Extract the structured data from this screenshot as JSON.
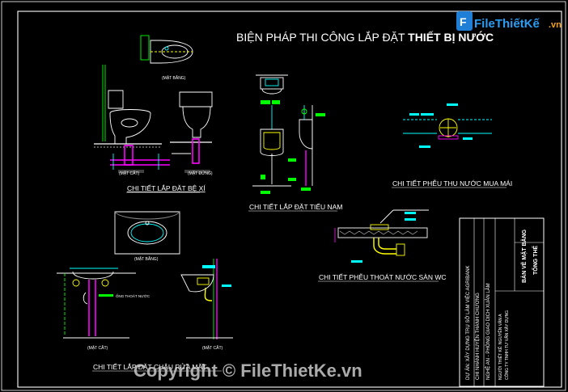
{
  "title": {
    "prefix": "BIỆN PHÁP THI CÔNG LẮP ĐẶT ",
    "emph": "THIẾT BỊ NƯỚC"
  },
  "captions": {
    "bexi": "CHI TIẾT LẮP ĐẶT BỆ XÍ",
    "tieunam": "CHI TIẾT LẮP ĐẶT TIỂU NAM",
    "thunuoc": "CHI TIẾT PHỄU THU NƯỚC MUA MÁI",
    "thoatsan": "CHI TIẾT PHỄU THOÁT NƯỚC SÀN WC",
    "chauruamat": "CHI TIẾT LẮP ĐẶT CHẬU RỬA MẶT"
  },
  "title_block": {
    "project": "DỰ ÁN: XÂY DỰNG TRỤ SỞ LÀM VIỆC AGRIBANK",
    "branch": "CHI NHÁNH HUYỆN THANH CHƯƠNG",
    "location": "NGHỆ AN - PHÒNG GIAO DỊCH XUÂN LÂM",
    "designer": "NGƯỜI THIẾT KẾ: NGUYỄN VĂN A",
    "company": "CÔNG TY TNHH TƯ VẤN XÂY DỰNG",
    "drawing_title": "BẢN VẼ MẶT BẰNG",
    "drawing_sub": "TỔNG THỂ"
  },
  "logo": {
    "brand": "FileThiếtKế",
    "domain": ".vn"
  },
  "watermark": "Copyright © FileThietKe.vn",
  "colors": {
    "background": "#000000",
    "cyan": "#00ffff",
    "green": "#00ff00",
    "magenta": "#ff00ff",
    "yellow": "#ffff00",
    "white": "#ffffff"
  }
}
